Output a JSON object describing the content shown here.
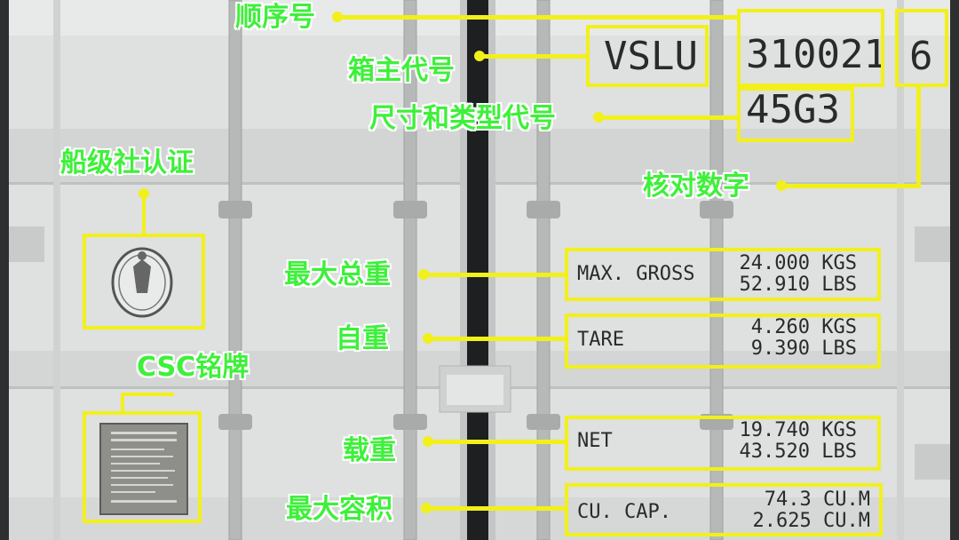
{
  "labels": {
    "serial": "顺序号",
    "owner": "箱主代号",
    "size_type": "尺寸和类型代号",
    "check": "核对数字",
    "class_cert": "船级社认证",
    "max_gross": "最大总重",
    "tare": "自重",
    "csc": "CSC铭牌",
    "net": "载重",
    "capacity": "最大容积"
  },
  "container": {
    "owner_code": "VSLU",
    "serial_number": "310021",
    "check_digit": "6",
    "size_type_code": "45G3"
  },
  "weights": {
    "max_gross": {
      "title": "MAX. GROSS",
      "line1": "24.000 KGS",
      "line2": "52.910 LBS"
    },
    "tare": {
      "title": "TARE",
      "line1": "4.260 KGS",
      "line2": "9.390 LBS"
    },
    "net": {
      "title": "NET",
      "line1": "19.740 KGS",
      "line2": "43.520 LBS"
    },
    "capacity": {
      "title": "CU. CAP.",
      "line1": "74.3 CU.M",
      "line2": "2.625 CU.M"
    }
  },
  "colors": {
    "label_green": "#3ef03a",
    "marker_yellow": "#f2f01a",
    "door_gray": "#e2e3e3"
  }
}
